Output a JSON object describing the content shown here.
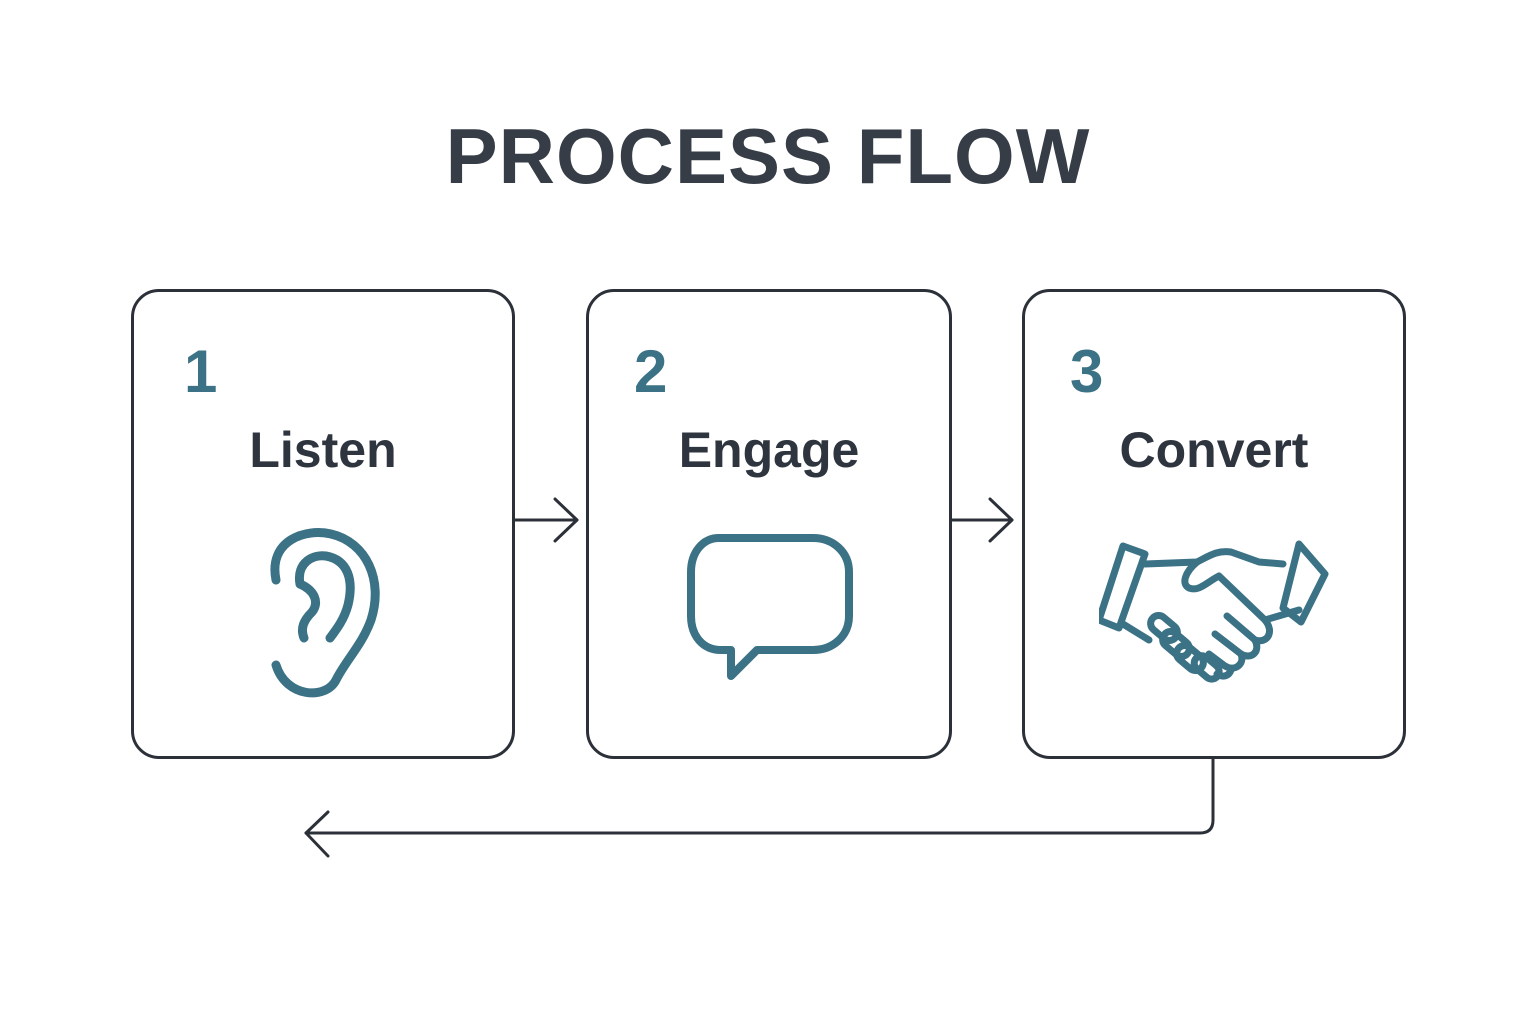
{
  "title": "PROCESS FLOW",
  "colors": {
    "accent": "#3b7285",
    "text": "#2f353e",
    "border": "#2c3139",
    "background": "#ffffff"
  },
  "steps": [
    {
      "number": "1",
      "label": "Listen",
      "icon": "ear-icon"
    },
    {
      "number": "2",
      "label": "Engage",
      "icon": "speech-bubble-icon"
    },
    {
      "number": "3",
      "label": "Convert",
      "icon": "handshake-icon"
    }
  ],
  "connectors": [
    {
      "from": "1",
      "to": "2",
      "type": "arrow-right"
    },
    {
      "from": "2",
      "to": "3",
      "type": "arrow-right"
    },
    {
      "from": "3",
      "to": "1",
      "type": "loop-back-arrow"
    }
  ]
}
